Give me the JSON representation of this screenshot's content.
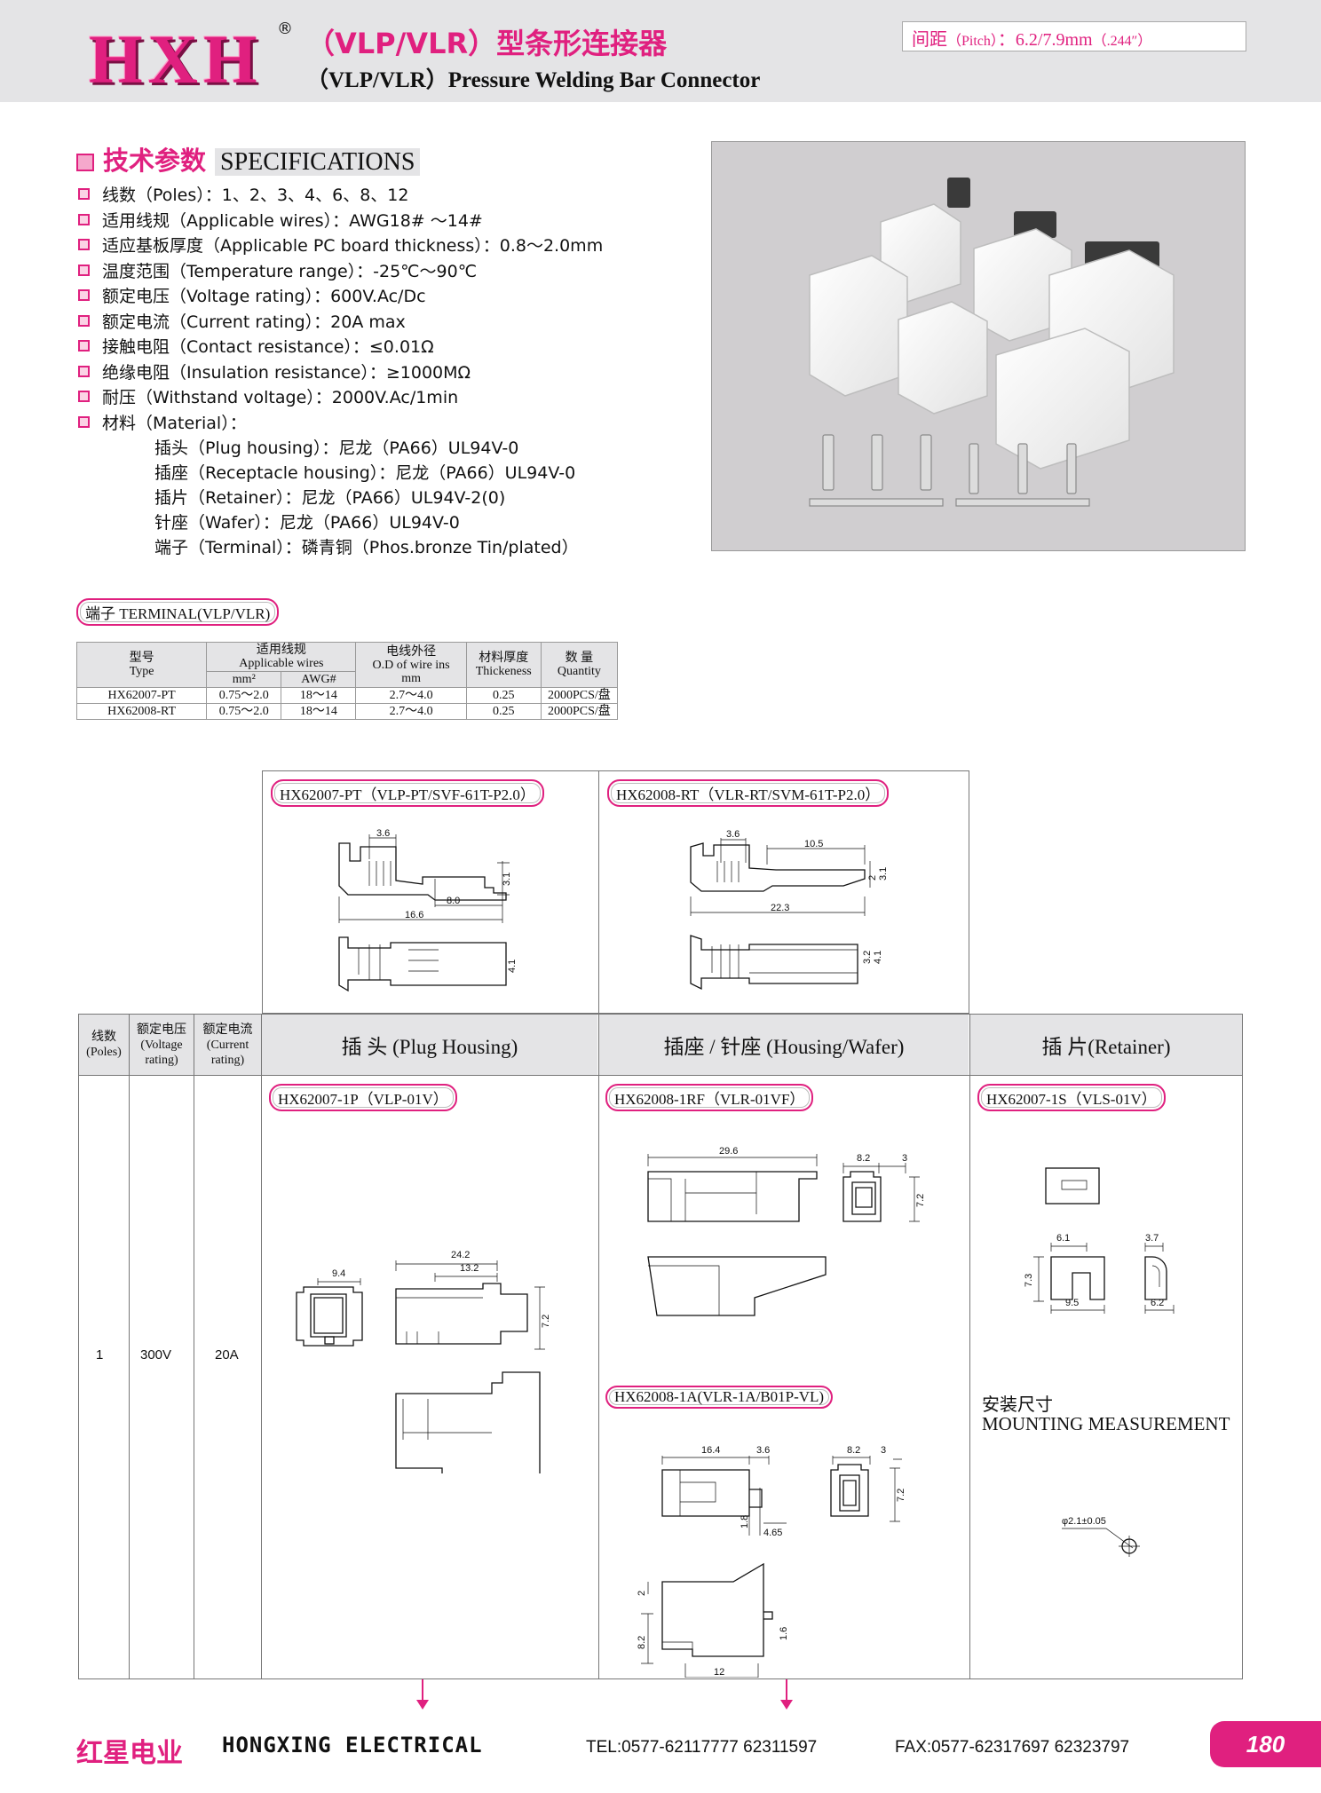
{
  "header": {
    "logo": "HXH",
    "registered": "®",
    "title_cn": "（VLP/VLR）型条形连接器",
    "title_en": "（VLP/VLR）Pressure Welding Bar Connector",
    "pitch_label_cn": "间距",
    "pitch_label_en": "（Pitch）",
    "pitch_sep": "：",
    "pitch_value": "6.2/7.9mm",
    "pitch_inch": "（.244″）"
  },
  "specs": {
    "title_cn": "技术参数",
    "title_en": "SPECIFICATIONS",
    "items": [
      "线数（Poles）：1、2、3、4、6、8、12",
      "适用线规（Applicable wires）：AWG18# ～14#",
      "适应基板厚度（Applicable PC board thickness）：0.8～2.0mm",
      "温度范围（Temperature range）：-25℃～90℃",
      "额定电压（Voltage rating）：600V.Ac/Dc",
      "额定电流（Current rating）：20A  max",
      "接触电阻（Contact resistance）：≤0.01Ω",
      "绝缘电阻（Insulation resistance）：≥1000MΩ",
      "耐压（Withstand voltage）：2000V.Ac/1min",
      "材料（Material）："
    ],
    "materials": [
      "插头（Plug housing）：尼龙（PA66）UL94V-0",
      "插座（Receptacle housing）：尼龙（PA66）UL94V-0",
      "插片（Retainer）：尼龙（PA66）UL94V-2(0)",
      "针座（Wafer）：尼龙（PA66）UL94V-0",
      "端子（Terminal）：磷青铜（Phos.bronze Tin/plated）"
    ]
  },
  "terminal": {
    "label": "端子 TERMINAL(VLP/VLR)",
    "headers": {
      "type_cn": "型号",
      "type_en": "Type",
      "wires_cn": "适用线规",
      "wires_en": "Applicable wires",
      "mm2": "mm²",
      "awg": "AWG#",
      "od_cn": "电线外径",
      "od_en": "O.D of wire ins",
      "od_unit": "mm",
      "thick_cn": "材料厚度",
      "thick_en": "Thickeness",
      "qty_cn": "数  量",
      "qty_en": "Quantity"
    },
    "rows": [
      {
        "type": "HX62007-PT",
        "mm2": "0.75～2.0",
        "awg": "18～14",
        "od": "2.7～4.0",
        "thick": "0.25",
        "qty": "2000PCS/盘"
      },
      {
        "type": "HX62008-RT",
        "mm2": "0.75～2.0",
        "awg": "18～14",
        "od": "2.7～4.0",
        "thick": "0.25",
        "qty": "2000PCS/盘"
      }
    ]
  },
  "drawings": {
    "pt_label": "HX62007-PT（VLP-PT/SVF-61T-P2.0）",
    "rt_label": "HX62008-RT（VLR-RT/SVM-61T-P2.0）",
    "pt_dims": [
      "3.6",
      "3.1",
      "8.0",
      "16.6",
      "4.1"
    ],
    "rt_dims": [
      "3.6",
      "10.5",
      "2",
      "3.1",
      "22.3",
      "3.2",
      "4.1"
    ]
  },
  "main_table": {
    "col_poles": "线数\n(Poles)",
    "col_voltage": "额定电压\n(Voltage\nrating)",
    "col_current": "额定电流\n(Current\nrating)",
    "col_plug": "插 头 (Plug Housing)",
    "col_housing": "插座 / 针座  (Housing/Wafer)",
    "col_retainer": "插 片(Retainer)",
    "row_poles": "1",
    "row_voltage": "300V",
    "row_current": "20A",
    "plug_label": "HX62007-1P（VLP-01V）",
    "plug_dims": [
      "24.2",
      "9.4",
      "13.2",
      "7.2"
    ],
    "housing_label": "HX62008-1RF（VLR-01VF）",
    "housing_dims": [
      "29.6",
      "8.2",
      "3",
      "7.2"
    ],
    "wafer_label": "HX62008-1A(VLR-1A/B01P-VL)",
    "wafer_dims": [
      "16.4",
      "3.6",
      "8.2",
      "3",
      "7.2",
      "1.8",
      "4.65",
      "2",
      "8.2",
      "3",
      "1.6",
      "12"
    ],
    "retainer_label": "HX62007-1S（VLS-01V）",
    "retainer_dims": [
      "6.1",
      "3.7",
      "7.3",
      "9.5",
      "6.2"
    ],
    "mounting_cn": "安装尺寸",
    "mounting_en": "MOUNTING MEASUREMENT",
    "mounting_hole": "φ2.1±0.05"
  },
  "footer": {
    "company_cn": "红星电业",
    "company_en": "HONGXING ELECTRICAL",
    "tel": "TEL:0577-62117777   62311597",
    "fax": "FAX:0577-62317697   62323797",
    "page": "180"
  }
}
